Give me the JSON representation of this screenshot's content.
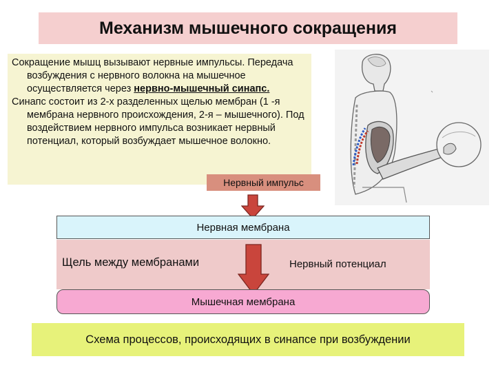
{
  "title": "Механизм мышечного сокращения",
  "intro": {
    "p1": "Сокращение мышц вызывают нервные импульсы. Передача возбуждения с нервного волокна на мышечное осуществляется через",
    "p1_emph": "нервно-мышечный синапс.",
    "p2_lead": "Синапс",
    "p2": "состоит из 2-х разделенных щелью мембран (1 -я мембрана нервного происхождения, 2-я – мышечного). Под воздействием нервного импульса возникает нервный потенциал, который возбуждает мышечное волокно."
  },
  "labels": {
    "nerve_impulse": "Нервный импульс",
    "nerve_membrane": "Нервная мембрана",
    "cleft": "Щель между мембранами",
    "nerve_potential": "Нервный потенциал",
    "muscle_membrane": "Мышечная мембрана"
  },
  "caption": "Схема процессов, происходящих в синапсе при возбуждении",
  "colors": {
    "title_bg": "#f5cfcf",
    "intro_bg": "#f6f4d2",
    "impulse_bg": "#d88f7e",
    "nerve_membrane_bg": "#d9f4fb",
    "cleft_bg": "#efcaca",
    "muscle_membrane_bg": "#f7a9d2",
    "arrow": "#c9453c",
    "caption_bg": "#e7f27a"
  },
  "icons": {
    "illustration": "arm-muscle-nerve-illustration",
    "arrow": "down-arrow-icon"
  }
}
